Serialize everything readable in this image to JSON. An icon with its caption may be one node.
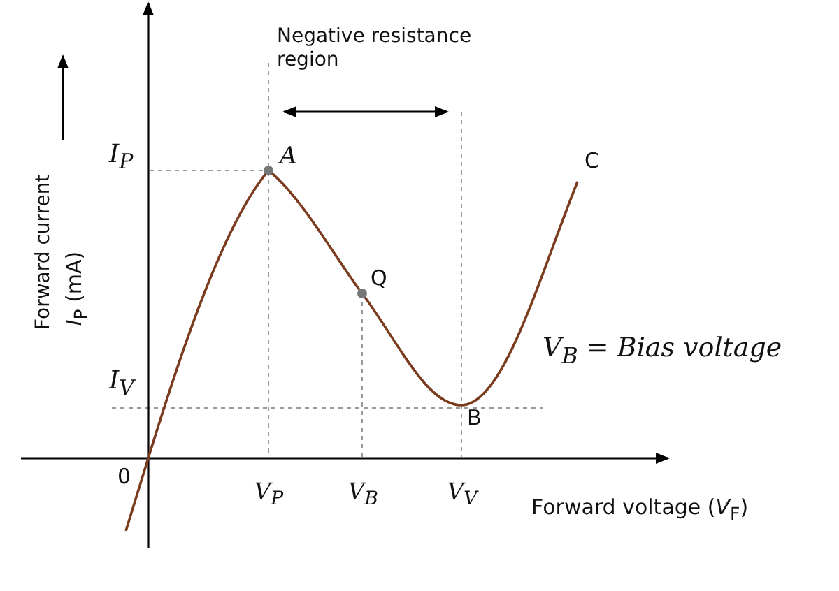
{
  "diagram": {
    "labels": [
      "Negative resistance region",
      "I$_{P}$",
      "A",
      "C",
      "Forward current",
      "*I*$_{P}$ (mA)",
      "Q",
      "V$_{B}$ = Bias voltage",
      "I$_{V}$",
      "B",
      "0",
      "V$_{P}$",
      "V$_{B}$",
      "V$_{V}$",
      "Forward voltage (*V*$_{F}$)"
    ]
  }
}
